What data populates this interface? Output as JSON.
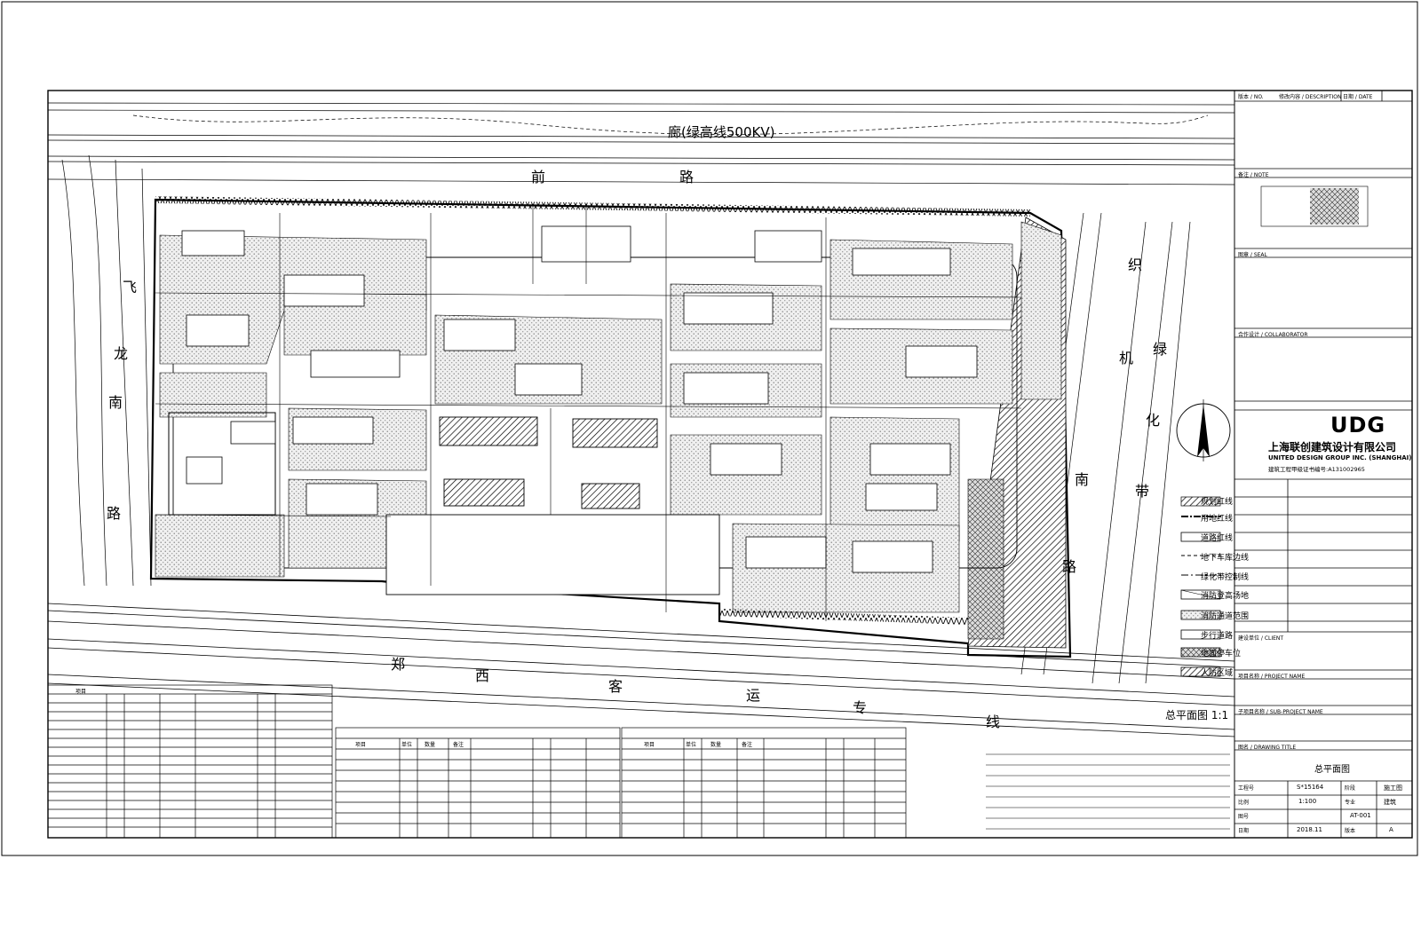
{
  "plan": {
    "corridor_label": "廊(绿高线500KV)",
    "road_north_a": "前",
    "road_north_b": "路",
    "road_west": [
      "飞",
      "龙",
      "南",
      "路"
    ],
    "road_east": [
      "织",
      "机",
      "绿",
      "化",
      "带"
    ],
    "road_east_b": [
      "南",
      "路"
    ],
    "road_south": [
      "郑",
      "西",
      "客",
      "运",
      "专",
      "线"
    ],
    "drawing_tag": "总平面图 1:1"
  },
  "legend": {
    "items": [
      {
        "label": "规划红线"
      },
      {
        "label": "用地红线"
      },
      {
        "label": "道路红线"
      },
      {
        "label": "地下车库边线"
      },
      {
        "label": "绿化带控制线"
      },
      {
        "label": "消防登高场地"
      },
      {
        "label": "消防通道范围"
      },
      {
        "label": "步行道路"
      },
      {
        "label": "地面停车位"
      },
      {
        "label": "人防区域"
      }
    ]
  },
  "title_block": {
    "rev_header": "版本 / NO.",
    "desc_header": "修改内容 / DESCRIPTION",
    "date_header": "日期 / DATE",
    "note_header": "备注 / NOTE",
    "seal_header": "图章 / SEAL",
    "collab_header": "合作设计 / COLLABORATOR",
    "company_logo": "UDG",
    "company_cn": "上海联创建筑设计有限公司",
    "company_en": "UNITED DESIGN GROUP INC. (SHANGHAI)",
    "cert": "建筑工程甲级证书编号:A131002965",
    "client_header": "建设单位 / CLIENT",
    "project_header": "项目名称 / PROJECT NAME",
    "sub_project_header": "子项目名称 / SUB-PROJECT NAME",
    "drawing_title_header": "图名 / DRAWING TITLE",
    "drawing_title": "总平面图",
    "project_no_label": "工程号",
    "project_no": "S*15164",
    "status_label": "阶段",
    "status": "施工图",
    "scale_label": "比例",
    "scale": "1:100",
    "discipline_label": "专业",
    "discipline": "建筑",
    "drawing_no_label": "图号",
    "drawing_no": "AT-001",
    "date_label": "日期",
    "date": "2018.11",
    "version_label": "版本",
    "version": "A"
  },
  "tables": {
    "header_cols": [
      "项目",
      "单位",
      "数量",
      "备注"
    ]
  }
}
